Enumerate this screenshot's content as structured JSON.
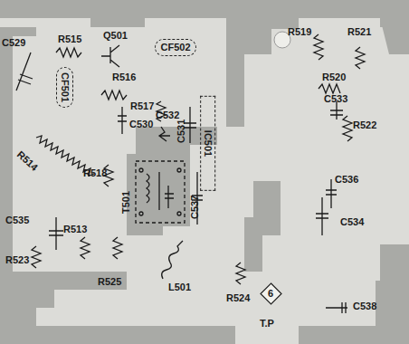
{
  "diagram": {
    "nodes": [
      {
        "text": [
          "CF502"
        ]
      },
      {
        "text": [
          "CF501"
        ]
      },
      {
        "text": [
          "IC501"
        ]
      },
      {
        "text": [
          "6"
        ]
      }
    ],
    "labels": [
      "C529",
      "R515",
      "Q501",
      "R519",
      "R521",
      "R516",
      "R520",
      "C532",
      "C531",
      "C533",
      "R522",
      "R517",
      "C530",
      "R514",
      "R518",
      "T501",
      "C537",
      "C536",
      "C535",
      "R513",
      "C534",
      "R523",
      "R525",
      "L501",
      "R524",
      "C538",
      "T.P"
    ]
  }
}
